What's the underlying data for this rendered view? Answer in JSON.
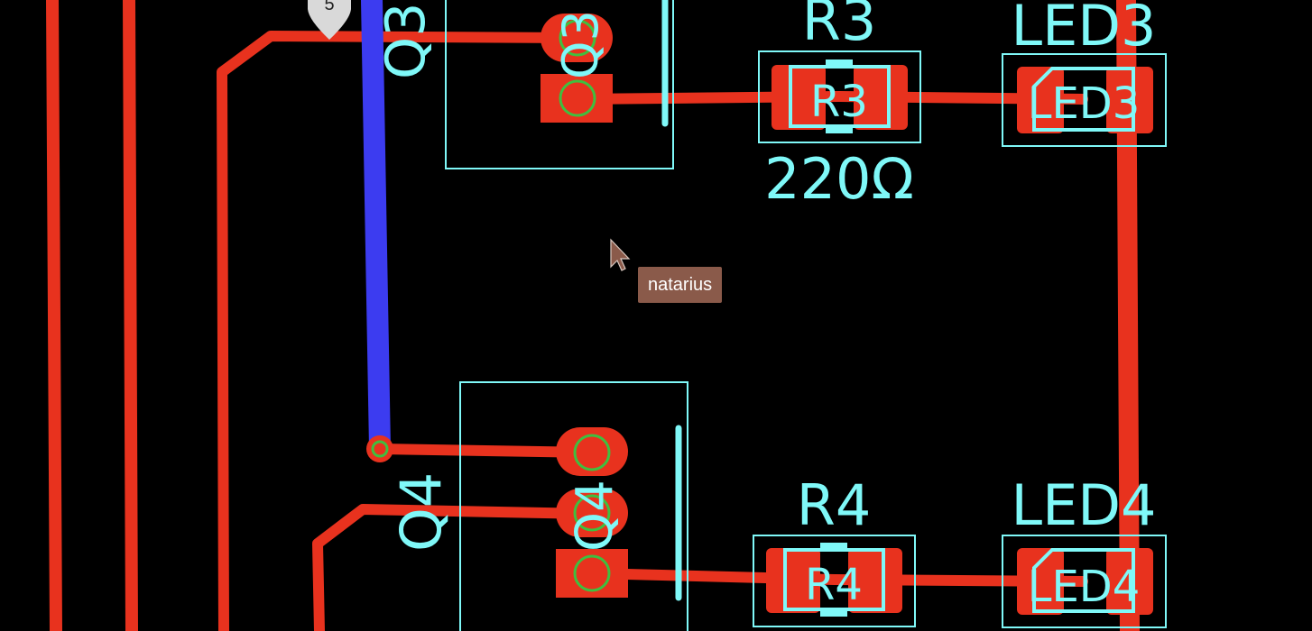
{
  "colors": {
    "background": "#000000",
    "copper_top": "#e8321e",
    "copper_bottom": "#3c3cf0",
    "silkscreen": "#7ff8f8",
    "drill_ring": "#3fbf3f",
    "marker": "#d9d9d9",
    "tooltip_bg": "#8a5a4a"
  },
  "marker": {
    "label": "5"
  },
  "components": {
    "q3": {
      "designator": "Q3",
      "pad_label": "Q3"
    },
    "q4": {
      "designator": "Q4",
      "pad_label": "Q4"
    },
    "r3": {
      "designator": "R3",
      "body_label": "R3",
      "value": "220Ω"
    },
    "r4": {
      "designator": "R4",
      "body_label": "R4"
    },
    "led3": {
      "designator": "LED3",
      "body_label": "LED3"
    },
    "led4": {
      "designator": "LED4",
      "body_label": "LED4"
    }
  },
  "cursor": {
    "user_label": "natarius",
    "icon": "pointer-arrow-icon"
  }
}
